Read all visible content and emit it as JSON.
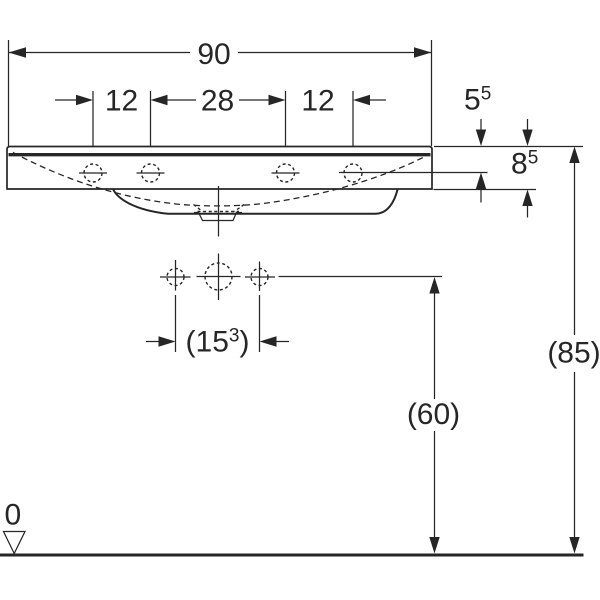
{
  "colors": {
    "line": "#262626",
    "background": "#ffffff"
  },
  "dims": {
    "overall_width": "90",
    "tap_spacing_left": "12",
    "tap_spacing_center": "28",
    "tap_spacing_right": "12",
    "top_to_taphole_base": "5",
    "top_to_taphole_sup": "5",
    "apron_height_base": "8",
    "apron_height_sup": "5",
    "trap_spacing_open": "(15",
    "trap_spacing_sup": "3",
    "trap_spacing_close": ")",
    "floor_to_trap": "(60)",
    "floor_to_rim": "(85)",
    "datum_zero": "0"
  }
}
